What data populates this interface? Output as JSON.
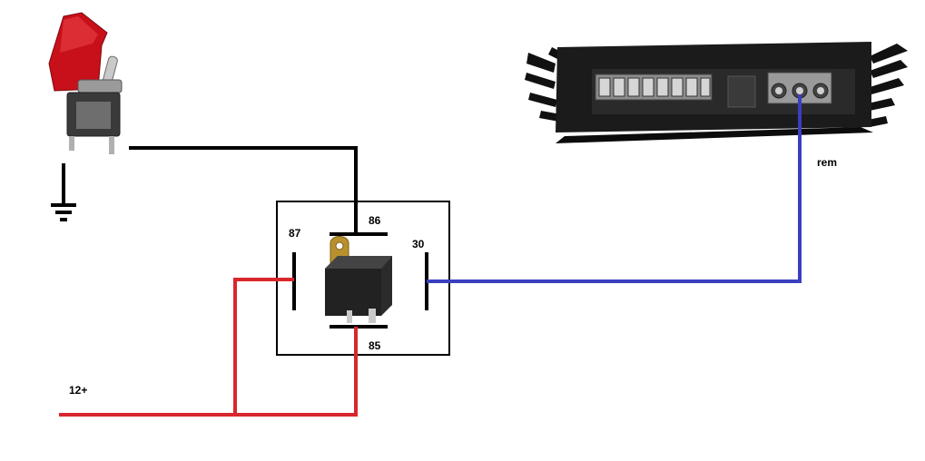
{
  "labels": {
    "pin_86": "86",
    "pin_87": "87",
    "pin_30": "30",
    "pin_85": "85",
    "remote": "rem",
    "power": "12+"
  },
  "colors": {
    "ground_wire": "#000000",
    "power_wire": "#d9262c",
    "remote_wire": "#3a3fbf",
    "switch_cover": "#c8101a",
    "amplifier_body": "#1b1b1b"
  },
  "icons": [
    "toggle-switch-icon",
    "ground-icon",
    "relay-icon",
    "amplifier-icon"
  ]
}
